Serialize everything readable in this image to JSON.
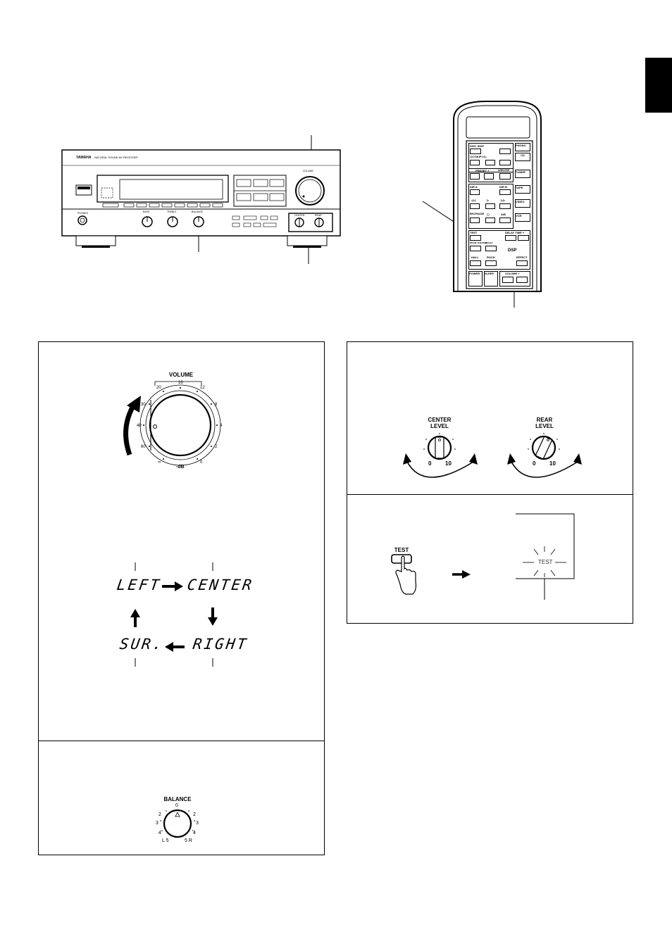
{
  "front_panel": {
    "brand": "YAMAHA",
    "model": "NATURAL SOUND AV RECEIVER",
    "volume_label": "VOLUME",
    "knob_labels": [
      "BASS",
      "TREBLE",
      "BALANCE"
    ],
    "small_knob_labels": [
      "CENTER",
      "REAR"
    ],
    "phones": "PHONES"
  },
  "remote": {
    "rows": [
      [
        "DISC SKIP",
        "▷",
        "PHONO"
      ],
      [
        "◁◁ SKIP ▷▷",
        "▢/◁",
        "CD"
      ],
      [
        "PRESET +",
        "A/B/C/D/E",
        "TUNER"
      ],
      [
        "DIR A",
        "DIR B",
        "TAPE"
      ],
      [
        "◁◁",
        "▷",
        "▷▷",
        "VIDEO"
      ],
      [
        "REC/PAUSE",
        "▢",
        "A/B",
        "VCR"
      ],
      [
        "TEST",
        "DELAY TIME +"
      ],
      [
        "MOVIE THEATER",
        "DOLBY",
        "DSP"
      ],
      [
        "HALL",
        "ROCK",
        "EFFECT"
      ],
      [
        "POWER",
        "SLEEP",
        "VOLUME +"
      ]
    ],
    "test_label": "TEST",
    "dsp_label": "DSP",
    "delay_label": "DELAY TIME +",
    "volume_label": "VOLUME +",
    "power_label": "POWER",
    "sleep_label": "SLEEP",
    "hall_label": "HALL",
    "rock_label": "ROCK",
    "effect_label": "EFFECT"
  },
  "volume_dial": {
    "title": "VOLUME",
    "scale": [
      "20",
      "16",
      "12",
      "30",
      "8",
      "40",
      "4",
      "60",
      "2",
      "∞",
      "-dB",
      "0"
    ]
  },
  "speaker_sequence": {
    "left": "LEFT",
    "center": "CENTER",
    "right": "RIGHT",
    "surround": "SUR."
  },
  "balance": {
    "title": "BALANCE",
    "scale_left": [
      "2",
      "3",
      "4",
      "L 5"
    ],
    "scale_right": [
      "2",
      "3",
      "4",
      "5 R"
    ],
    "zero": "0"
  },
  "center_level": {
    "title_line1": "CENTER",
    "title_line2": "LEVEL",
    "min": "0",
    "max": "10"
  },
  "rear_level": {
    "title_line1": "REAR",
    "title_line2": "LEVEL",
    "min": "0",
    "max": "10"
  },
  "test_panel": {
    "button_label": "TEST",
    "display_text": "TEST"
  }
}
